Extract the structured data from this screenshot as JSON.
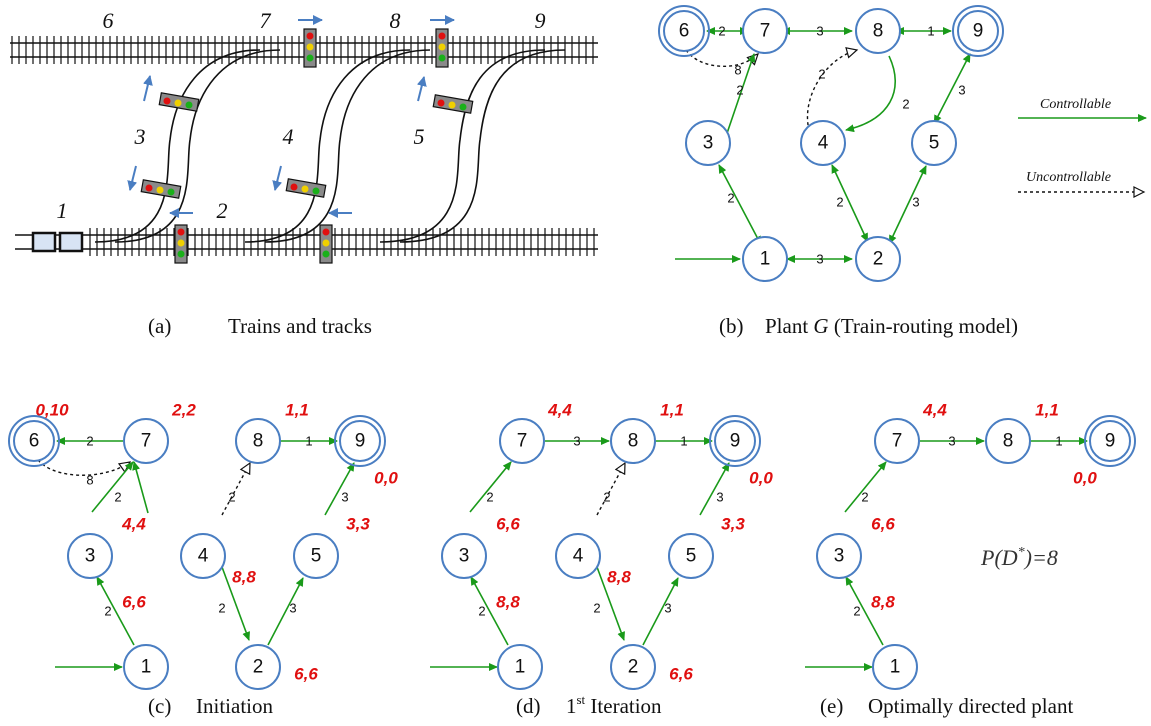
{
  "panel_a": {
    "caption_tag": "(a)",
    "caption": "Trains and tracks",
    "track_labels": [
      "1",
      "2",
      "3",
      "4",
      "5",
      "6",
      "7",
      "8",
      "9"
    ]
  },
  "panel_b": {
    "caption_tag": "(b)",
    "caption_pre": "Plant ",
    "caption_symbol": "G",
    "caption_post": "  (Train-routing model)",
    "nodes": [
      "1",
      "2",
      "3",
      "4",
      "5",
      "6",
      "7",
      "8",
      "9"
    ],
    "edge_weights": {
      "e76": "2",
      "e78": "3",
      "e89": "1",
      "e68": "8",
      "e37": "2",
      "e13": "2",
      "e12": "3",
      "e48": "2",
      "e84": "2",
      "e24": "2",
      "e25": "3",
      "e59": "3"
    },
    "legend": {
      "controllable": "Controllable",
      "uncontrollable": "Uncontrollable"
    }
  },
  "panel_c": {
    "caption_tag": "(c)",
    "caption": "Initiation",
    "values": {
      "n6": "0,10",
      "n7": "2,2",
      "n8": "1,1",
      "n9": "0,0",
      "n3": "4,4",
      "n4": "8,8",
      "n5": "3,3",
      "n1": "6,6",
      "n2": "6,6"
    },
    "edge_weights": {
      "e76": "2",
      "e68": "8",
      "e37": "2",
      "e13": "2",
      "e89": "1",
      "e48": "2",
      "e42": "2",
      "e25": "3",
      "e59": "3"
    }
  },
  "panel_d": {
    "caption_tag": "(d)",
    "caption_pre": "1",
    "caption_sup": "st",
    "caption_post": " Iteration",
    "values": {
      "n7": "4,4",
      "n8": "1,1",
      "n9": "0,0",
      "n3": "6,6",
      "n4": "8,8",
      "n5": "3,3",
      "n1": "8,8",
      "n2": "6,6"
    },
    "edge_weights": {
      "e78": "3",
      "e89": "1",
      "e37": "2",
      "e13": "2",
      "e48": "2",
      "e42": "2",
      "e25": "3",
      "e59": "3"
    }
  },
  "panel_e": {
    "caption_tag": "(e)",
    "caption": "Optimally directed plant",
    "values": {
      "n7": "4,4",
      "n8": "1,1",
      "n9": "0,0",
      "n3": "6,6",
      "n1": "8,8"
    },
    "edge_weights": {
      "e78": "3",
      "e89": "1",
      "e37": "2",
      "e13": "2"
    },
    "formula_pre": "P(D",
    "formula_sup": "*",
    "formula_post": ")=8"
  }
}
